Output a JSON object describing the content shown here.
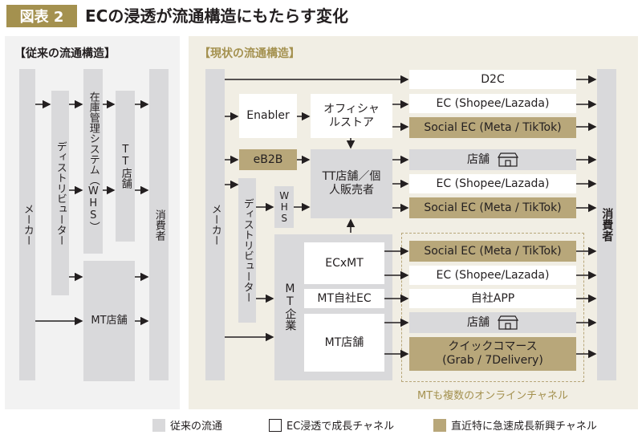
{
  "header": {
    "tag": "図表 2",
    "title": "ECの浸透が流通構造にもたらす変化"
  },
  "left": {
    "heading": "【従来の流通構造】",
    "maker": "メーカー",
    "distributor": "ディストリビューター",
    "whs": "在庫管理システム（WHS）",
    "tt_store": "TT店舗",
    "mt_store": "MT店舗",
    "consumer": "消費者"
  },
  "right": {
    "heading": "【現状の流通構造】",
    "maker": "メーカー",
    "distributor": "ディストリビューター",
    "whs": "WHS",
    "enabler": "Enabler",
    "official_store": "オフィシャルストア",
    "eb2b": "eB2B",
    "tt_seller": "TT店舗／個人販売者",
    "mt_company": "MT企業",
    "ecxmt": "ECxMT",
    "mt_own_ec": "MT自社EC",
    "mt_store": "MT店舗",
    "consumer": "消費者",
    "channels": {
      "d2c": "D2C",
      "ec1": "EC (Shopee/Lazada)",
      "social1": "Social EC (Meta / TikTok)",
      "store1": "店舗",
      "ec2": "EC (Shopee/Lazada)",
      "social2": "Social EC (Meta / TikTok)",
      "social3": "Social EC (Meta / TikTok)",
      "ec3": "EC (Shopee/Lazada)",
      "own_app": "自社APP",
      "store2": "店舗",
      "quick_commerce": "クイックコマース\n(Grab / 7Delivery)"
    },
    "mt_note": "MTも複数のオンラインチャネル"
  },
  "legend": {
    "traditional": "従来の流通",
    "ec_growth": "EC浸透で成長チャネル",
    "rapid_growth": "直近特に急速成長新興チャネル"
  },
  "colors": {
    "grey": "#d9d9db",
    "gold": "#b8a77a",
    "accent": "#a4914f"
  }
}
